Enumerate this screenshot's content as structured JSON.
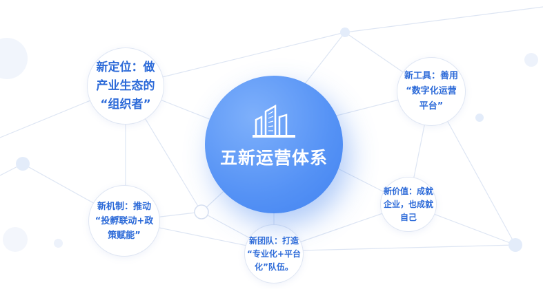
{
  "center": {
    "title": "五新运营体系",
    "icon": "building-icon"
  },
  "nodes": [
    {
      "lines": [
        "新定位：做",
        "产业生态的",
        "“组织者”"
      ]
    },
    {
      "lines": [
        "新工具：善用",
        "“数字化运营",
        "平台”"
      ]
    },
    {
      "lines": [
        "新价值：成就",
        "企业，也成就",
        "自己"
      ]
    },
    {
      "lines": [
        "新团队：打造",
        "“专业化+平台",
        "化”队伍。"
      ]
    },
    {
      "lines": [
        "新机制：推动",
        "“投孵联动+政",
        "策赋能”"
      ]
    }
  ],
  "colors": {
    "accent": "#4a8af3",
    "node_text": "#2c6ad8",
    "line": "#dde5f3"
  }
}
